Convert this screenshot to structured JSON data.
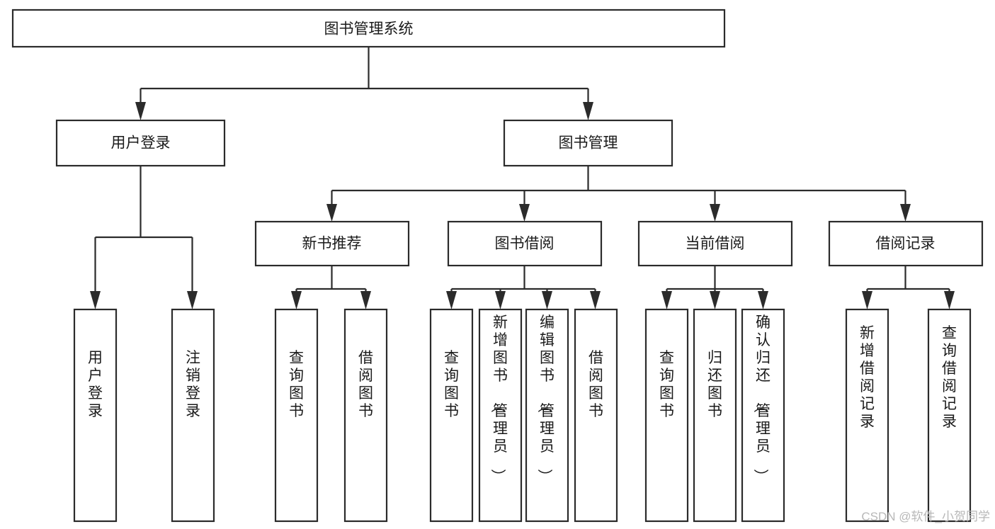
{
  "diagram": {
    "type": "tree-hierarchy-chart",
    "title": "图书管理系统",
    "root": {
      "id": "root",
      "label": "图书管理系统"
    },
    "level2": [
      {
        "id": "user-login",
        "label": "用户登录"
      },
      {
        "id": "book-manage",
        "label": "图书管理"
      }
    ],
    "level3": [
      {
        "id": "new-book-recommend",
        "label": "新书推荐",
        "parent": "book-manage"
      },
      {
        "id": "book-borrow",
        "label": "图书借阅",
        "parent": "book-manage"
      },
      {
        "id": "current-borrow",
        "label": "当前借阅",
        "parent": "book-manage"
      },
      {
        "id": "borrow-record",
        "label": "借阅记录",
        "parent": "book-manage"
      }
    ],
    "leaves": [
      {
        "id": "leaf-user-login",
        "label": "用户登录",
        "parent": "user-login"
      },
      {
        "id": "leaf-logout",
        "label": "注销登录",
        "parent": "user-login"
      },
      {
        "id": "leaf-query-book-1",
        "label": "查询图书",
        "parent": "new-book-recommend"
      },
      {
        "id": "leaf-borrow-book-1",
        "label": "借阅图书",
        "parent": "new-book-recommend"
      },
      {
        "id": "leaf-query-book-2",
        "label": "查询图书",
        "parent": "book-borrow"
      },
      {
        "id": "leaf-add-book",
        "label": "新增图书（管理员）",
        "parent": "book-borrow"
      },
      {
        "id": "leaf-edit-book",
        "label": "编辑图书（管理员）",
        "parent": "book-borrow"
      },
      {
        "id": "leaf-borrow-book-2",
        "label": "借阅图书",
        "parent": "book-borrow"
      },
      {
        "id": "leaf-query-book-3",
        "label": "查询图书",
        "parent": "current-borrow"
      },
      {
        "id": "leaf-return-book",
        "label": "归还图书",
        "parent": "current-borrow"
      },
      {
        "id": "leaf-confirm-return",
        "label": "确认归还（管理员）",
        "parent": "current-borrow"
      },
      {
        "id": "leaf-add-record",
        "label": "新增借阅记录",
        "parent": "borrow-record"
      },
      {
        "id": "leaf-query-record",
        "label": "查询借阅记录",
        "parent": "borrow-record"
      }
    ],
    "colors": {
      "background": "#ffffff",
      "box_fill": "#ffffff",
      "box_stroke": "#2b2b2b",
      "text": "#1a1a1a",
      "watermark": "#b8b8b8"
    }
  },
  "watermark": {
    "label": "CSDN @软件_小贺同学"
  }
}
